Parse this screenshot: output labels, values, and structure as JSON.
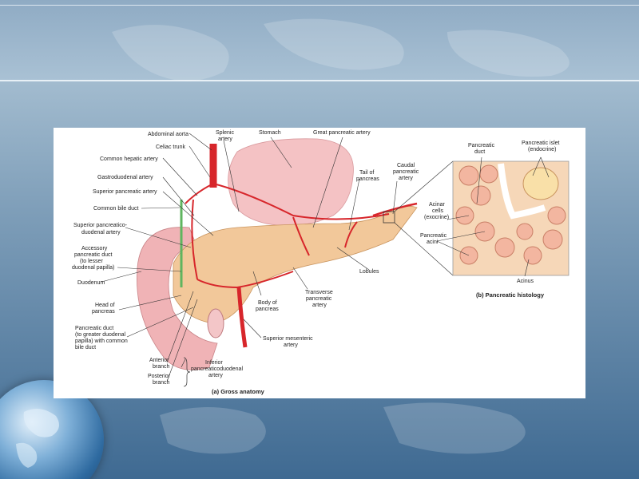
{
  "figure": {
    "caption_gross": "(a) Gross anatomy",
    "caption_histology": "(b) Pancreatic histology",
    "labels_gross": {
      "abdominal_aorta": "Abdominal aorta",
      "celiac_trunk": "Celiac trunk",
      "common_hepatic_artery": "Common hepatic artery",
      "gastroduodenal_artery": "Gastroduodenal artery",
      "superior_pancreatic_artery": "Superior pancreatic artery",
      "common_bile_duct": "Common bile duct",
      "sup_pd_artery_1": "Superior pancreatico-",
      "sup_pd_artery_2": "duodenal artery",
      "accessory_duct_1": "Accessory",
      "accessory_duct_2": "pancreatic duct",
      "accessory_duct_3": "(to lesser",
      "accessory_duct_4": "duodenal papilla)",
      "duodenum": "Duodenum",
      "head_1": "Head of",
      "head_2": "pancreas",
      "pancreatic_duct_1": "Pancreatic duct",
      "pancreatic_duct_2": "(to greater duodenal",
      "pancreatic_duct_3": "papilla) with common",
      "pancreatic_duct_4": "bile duct",
      "anterior_1": "Anterior",
      "anterior_2": "branch",
      "posterior_1": "Posterior",
      "posterior_2": "branch",
      "inf_pd_1": "Inferior",
      "inf_pd_2": "pancreaticoduodenal",
      "inf_pd_3": "artery",
      "splenic_1": "Splenic",
      "splenic_2": "artery",
      "stomach": "Stomach",
      "great_pancreatic_artery": "Great pancreatic artery",
      "tail_1": "Tail of",
      "tail_2": "pancreas",
      "caudal_1": "Caudal",
      "caudal_2": "pancreatic",
      "caudal_3": "artery",
      "lobules": "Lobules",
      "transverse_1": "Transverse",
      "transverse_2": "pancreatic",
      "transverse_3": "artery",
      "body_1": "Body of",
      "body_2": "pancreas",
      "sup_mesenteric_1": "Superior mesenteric",
      "sup_mesenteric_2": "artery"
    },
    "labels_histology": {
      "pancreatic_duct_1": "Pancreatic",
      "pancreatic_duct_2": "duct",
      "islet_1": "Pancreatic islet",
      "islet_2": "(endocrine)",
      "acinar_1": "Acinar",
      "acinar_2": "cells",
      "acinar_3": "(exocrine)",
      "acini_1": "Pancreatic",
      "acini_2": "acini",
      "acinus": "Acinus"
    }
  },
  "colors": {
    "artery": "#d7262b",
    "pancreas": "#f2c89a",
    "stomach": "#f4c2c4",
    "duodenum": "#f0b3b6",
    "bile_duct": "#5fb55f"
  }
}
